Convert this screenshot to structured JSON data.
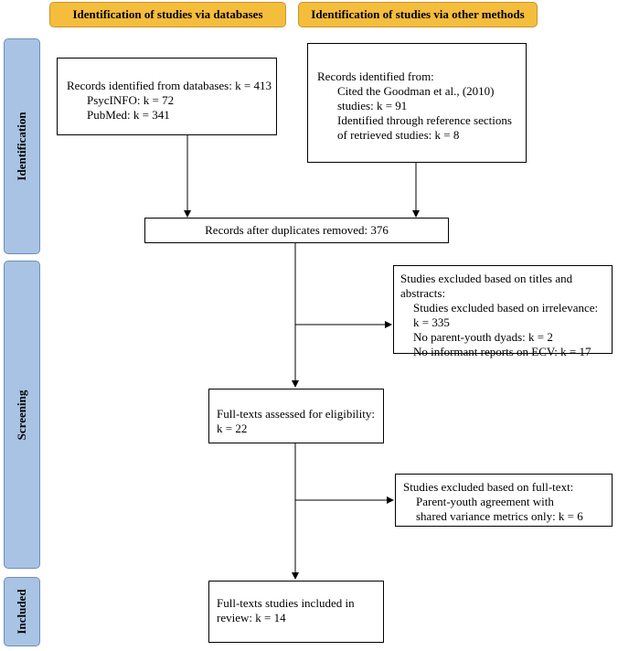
{
  "headers": {
    "databases": "Identification of studies via databases",
    "other": "Identification of studies via other methods"
  },
  "phases": {
    "identification": "Identification",
    "screening": "Screening",
    "included": "Included"
  },
  "boxes": {
    "db_records": {
      "line1": "Records identified from databases: k = 413",
      "line2": "PsycINFO: k = 72",
      "line3": "PubMed: k = 341"
    },
    "other_records": {
      "line1": "Records identified from:",
      "line2": "Cited the Goodman et al., (2010)",
      "line3": "studies: k = 91",
      "line4": "Identified through reference sections",
      "line5": "of retrieved studies: k = 8"
    },
    "after_duplicates": "Records after duplicates removed: 376",
    "excluded_titles": {
      "line1": "Studies excluded based on titles and",
      "line2": "abstracts:",
      "line3": "Studies excluded based on irrelevance:",
      "line4": "k = 335",
      "line5": "No parent-youth dyads: k = 2",
      "line6": "No informant reports on ECV: k = 17"
    },
    "fulltext_assessed": {
      "line1": "Full-texts assessed for eligibility:",
      "line2": "k = 22"
    },
    "excluded_fulltext": {
      "line1": "Studies excluded based on full-text:",
      "line2": "Parent-youth agreement with",
      "line3": "shared variance metrics only: k = 6"
    },
    "included": {
      "line1": "Full-texts studies included in",
      "line2": "review: k = 14"
    }
  },
  "colors": {
    "header_fill": "#f5bd3c",
    "phase_fill": "#a8c3e3"
  }
}
